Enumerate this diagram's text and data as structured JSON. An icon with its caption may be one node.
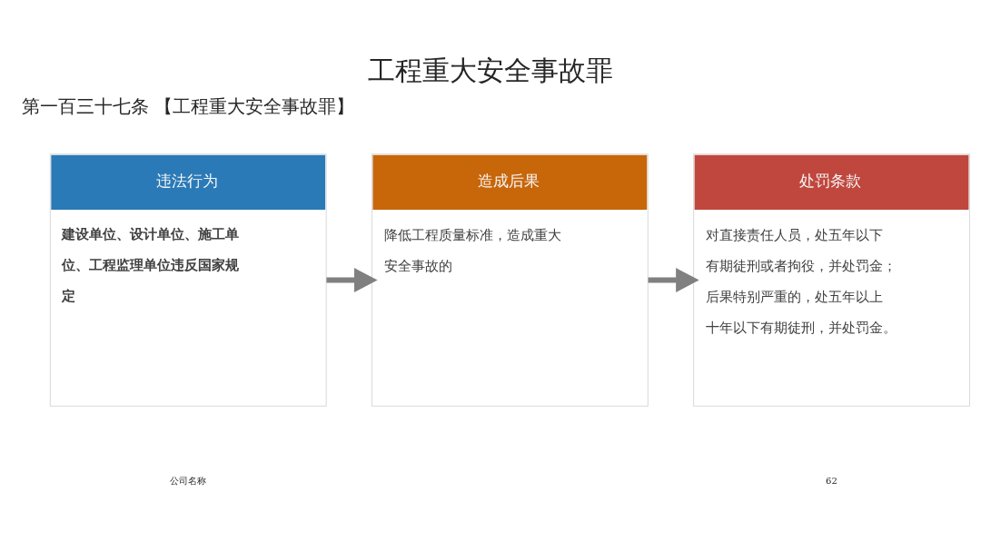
{
  "diagram": {
    "title": "工程重大安全事故罪",
    "nodes": [
      {
        "text": [
          "违法行为",
          "建设单位、设计单位、施工单位、工程监理单位违反国家规定"
        ]
      },
      {
        "text": [
          "造成后果",
          "降低工程质量标准，造成重大安全事故的"
        ]
      },
      {
        "text": [
          "处罚条款",
          "对直接责任人员，处五年以下有期徒刑或者拘役，并处罚金；后果特别严重的，处五年以上十年以下有期徒刑，并处罚金。"
        ]
      }
    ],
    "edges": [
      {
        "from": 0,
        "to": 1,
        "arrow": "to"
      },
      {
        "from": 1,
        "to": 2,
        "arrow": "to"
      }
    ],
    "labels": [
      "第一百三十七条 【工程重大安全事故罪】",
      "公司名称",
      "62"
    ]
  }
}
